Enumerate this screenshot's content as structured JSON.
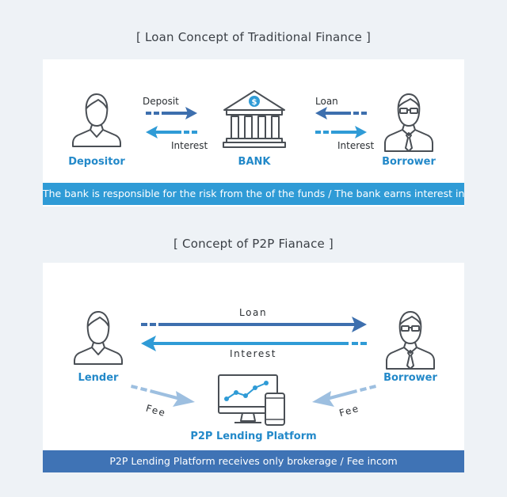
{
  "traditional": {
    "title": "[ Loan Concept of Traditional Finance ]",
    "depositor": "Depositor",
    "bank": "BANK",
    "borrower": "Borrower",
    "deposit": "Deposit",
    "interest_left": "Interest",
    "loan": "Loan",
    "interest_right": "Interest",
    "banner": "The bank is responsible for the risk from the of the funds / The bank earns interest incom",
    "coin_symbol": "$"
  },
  "p2p": {
    "title": "[ Concept of P2P Fianace ]",
    "lender": "Lender",
    "borrower": "Borrower",
    "loan": "Loan",
    "interest": "Interest",
    "fee_left": "Fee",
    "fee_right": "Fee",
    "platform": "P2P Lending Platform",
    "banner": "P2P Lending Platform receives only brokerage / Fee incom"
  },
  "colors": {
    "dark_blue": "#3d6fae",
    "light_blue": "#2f9bd6",
    "label_blue": "#2389c9",
    "banner_light": "#2f9bd6",
    "banner_dark": "#3f73b5",
    "pale_arrow": "#9dbfe0"
  },
  "icons": [
    "person-icon",
    "person-with-tie-icon",
    "bank-building-icon",
    "dollar-coin-icon",
    "monitor-chart-icon",
    "smartphone-icon"
  ]
}
